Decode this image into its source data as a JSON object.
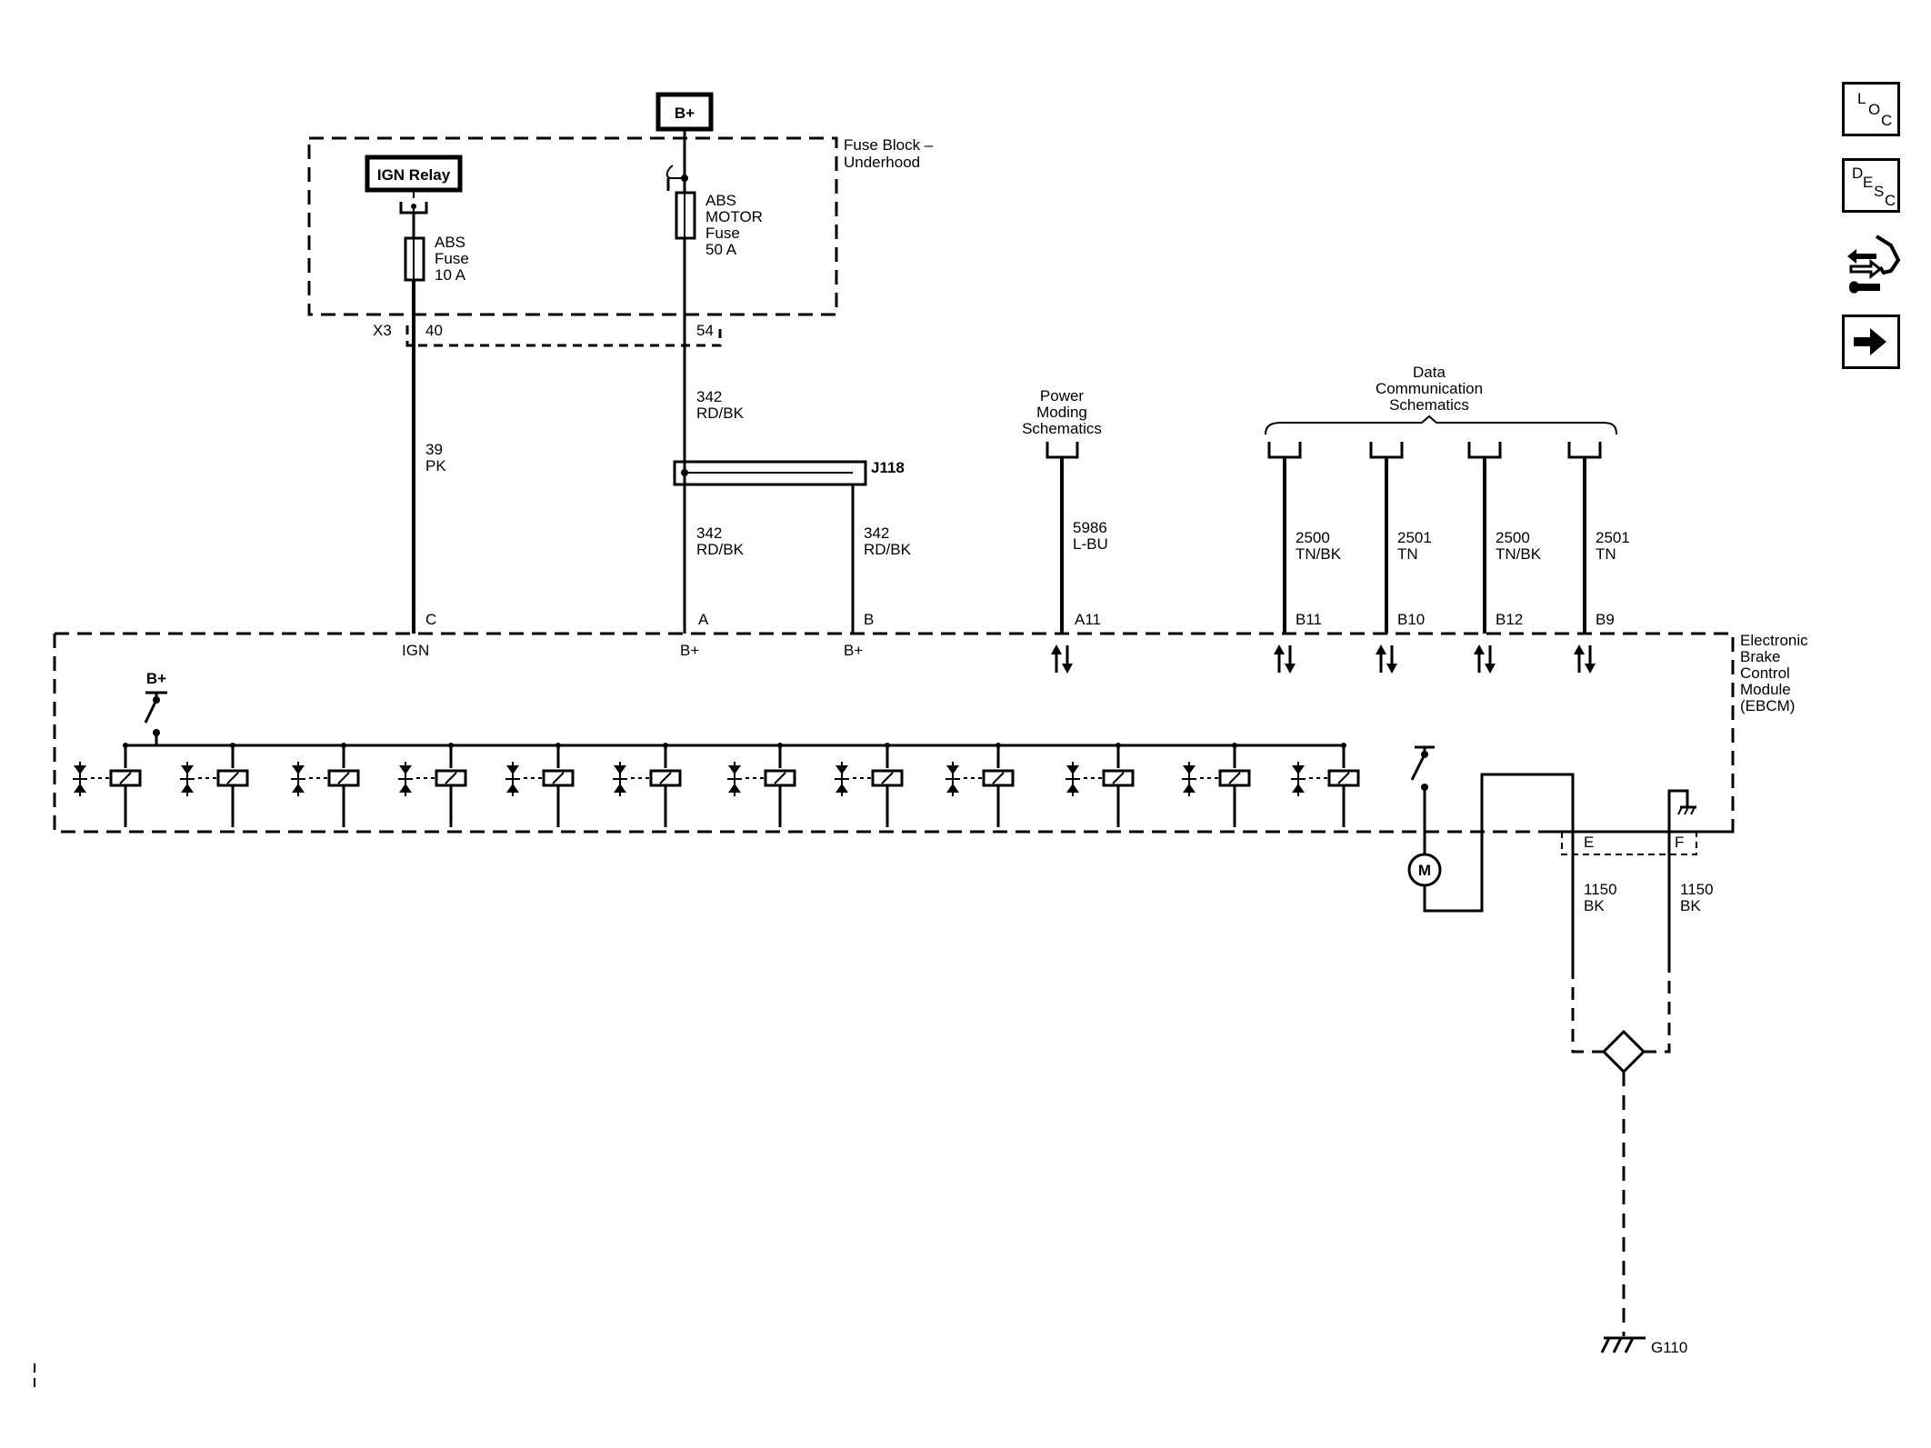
{
  "nav": {
    "loc": {
      "l1": "L",
      "l2": "O",
      "l3": "C"
    },
    "desc": {
      "l1": "D",
      "l2": "E",
      "l3": "S",
      "l4": "C"
    },
    "connector_icon": "connector-end-view-icon",
    "next_icon": "arrow-right-icon"
  },
  "supply": {
    "bplus_box": "B+",
    "ign_relay": "IGN Relay",
    "fuse_block": {
      "line1": "Fuse Block –",
      "line2": "Underhood"
    },
    "abs_fuse": {
      "line1": "ABS",
      "line2": "Fuse",
      "line3": "10 A"
    },
    "abs_motor_fuse": {
      "line1": "ABS",
      "line2": "MOTOR",
      "line3": "Fuse",
      "line4": "50 A"
    },
    "connector_x3": "X3",
    "pin_40": "40",
    "pin_54": "54"
  },
  "wires": {
    "w39": {
      "circuit": "39",
      "color": "PK"
    },
    "w342_top": {
      "circuit": "342",
      "color": "RD/BK"
    },
    "w342_a": {
      "circuit": "342",
      "color": "RD/BK"
    },
    "w342_b": {
      "circuit": "342",
      "color": "RD/BK"
    },
    "w5986": {
      "circuit": "5986",
      "color": "L-BU"
    },
    "w2500_1": {
      "circuit": "2500",
      "color": "TN/BK"
    },
    "w2501_1": {
      "circuit": "2501",
      "color": "TN"
    },
    "w2500_2": {
      "circuit": "2500",
      "color": "TN/BK"
    },
    "w2501_2": {
      "circuit": "2501",
      "color": "TN"
    },
    "w1150_e": {
      "circuit": "1150",
      "color": "BK"
    },
    "w1150_f": {
      "circuit": "1150",
      "color": "BK"
    }
  },
  "splice": "J118",
  "power_moding": {
    "line1": "Power",
    "line2": "Moding",
    "line3": "Schematics"
  },
  "data_comm": {
    "line1": "Data",
    "line2": "Communication",
    "line3": "Schematics"
  },
  "ebcm": {
    "line1": "Electronic",
    "line2": "Brake",
    "line3": "Control",
    "line4": "Module",
    "line5": "(EBCM)",
    "bplus_internal": "B+",
    "motor": "M"
  },
  "pins": {
    "c": {
      "pin": "C",
      "func": "IGN"
    },
    "a": {
      "pin": "A",
      "func": "B+"
    },
    "b": {
      "pin": "B",
      "func": "B+"
    },
    "a11": {
      "pin": "A11"
    },
    "b11": {
      "pin": "B11"
    },
    "b10": {
      "pin": "B10"
    },
    "b12": {
      "pin": "B12"
    },
    "b9": {
      "pin": "B9"
    },
    "e": {
      "pin": "E"
    },
    "f": {
      "pin": "F"
    }
  },
  "ground": "G110"
}
